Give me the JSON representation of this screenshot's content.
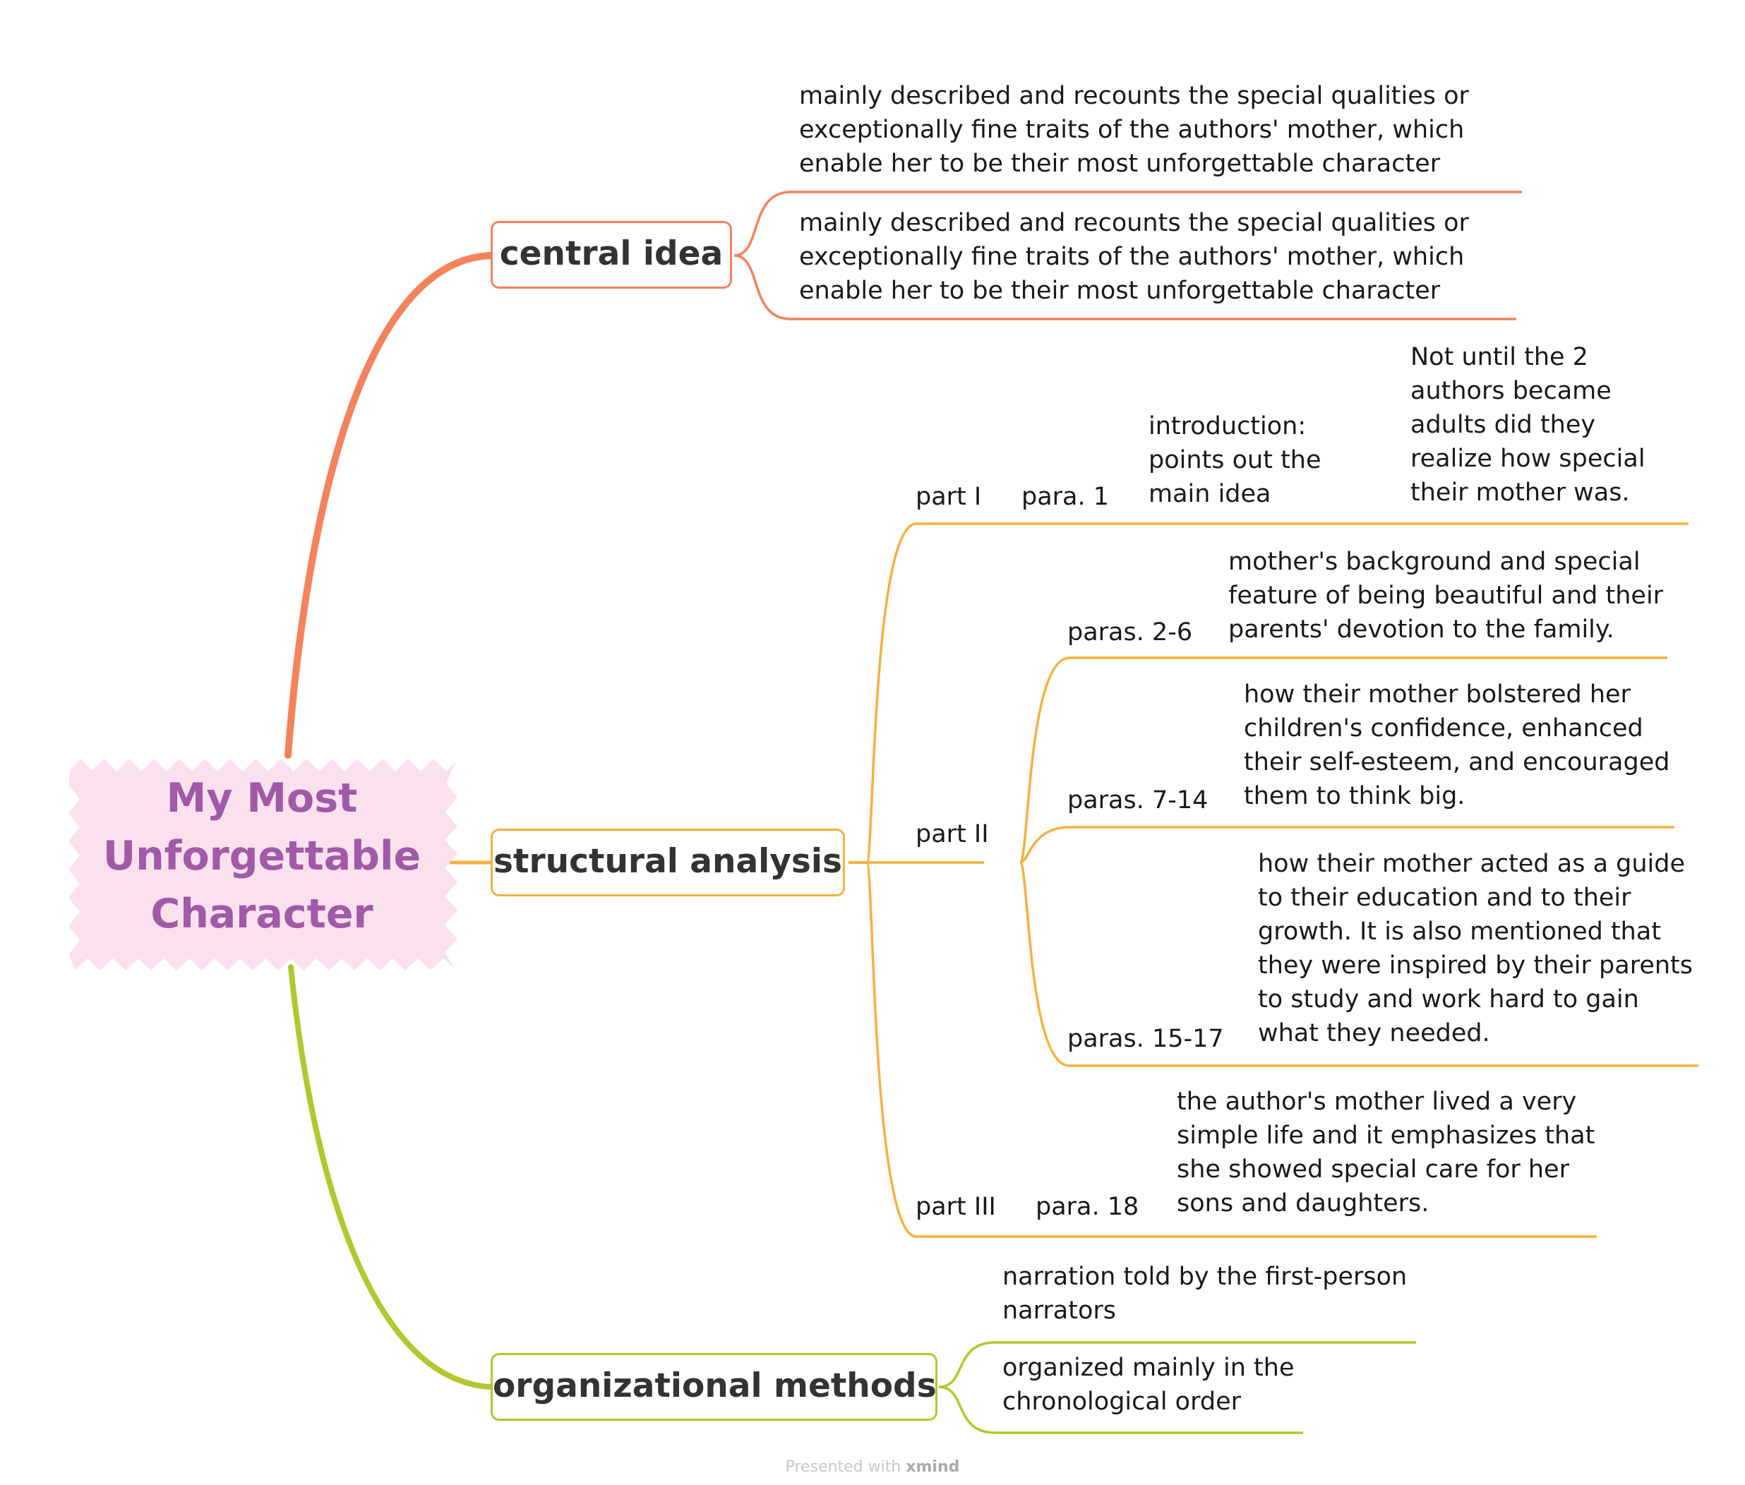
{
  "root": {
    "title": "My Most\nUnforgettable\nCharacter"
  },
  "branches": {
    "central_idea": {
      "label": "central idea",
      "color": "#f4825c",
      "items": [
        "mainly described and recounts the special qualities or\nexceptionally fine traits of the authors' mother, which\nenable her to be their most unforgettable character",
        "mainly described and recounts the special qualities or\nexceptionally fine traits of the authors' mother, which\nenable her to be their most unforgettable character"
      ]
    },
    "structural_analysis": {
      "label": "structural analysis",
      "color": "#f9b03d",
      "parts": [
        {
          "label": "part I",
          "paras": [
            {
              "label": "para. 1",
              "text": "introduction:\npoints out the\nmain idea",
              "note": "Not until the 2\nauthors became\nadults did they\nrealize how special\ntheir mother was."
            }
          ]
        },
        {
          "label": "part II",
          "paras": [
            {
              "label": "paras. 2-6",
              "text": "mother's background and special\nfeature of being beautiful and their\nparents' devotion to the family."
            },
            {
              "label": "paras. 7-14",
              "text": "how their mother bolstered her\nchildren's confidence, enhanced\ntheir self-esteem, and encouraged\nthem to think big."
            },
            {
              "label": "paras. 15-17",
              "text": "how their mother acted as a guide\nto their education and to their\ngrowth. It is also mentioned that\nthey were inspired by their parents\nto study and work hard to gain\nwhat they needed."
            }
          ]
        },
        {
          "label": "part III",
          "paras": [
            {
              "label": "para. 18",
              "text": "the author's mother lived a very\nsimple life and it emphasizes that\nshe showed special care for her\nsons and daughters."
            }
          ]
        }
      ]
    },
    "organizational_methods": {
      "label": "organizational methods",
      "color": "#b3c72e",
      "items": [
        "narration told by the first-person\nnarrators",
        "organized mainly in the\nchronological order"
      ]
    }
  },
  "watermark": {
    "prefix": "Presented with",
    "brand": "xmind"
  },
  "colors": {
    "root_fill": "#fbe0ee",
    "root_text": "#a05aa8",
    "text": "#1a1a1a"
  }
}
